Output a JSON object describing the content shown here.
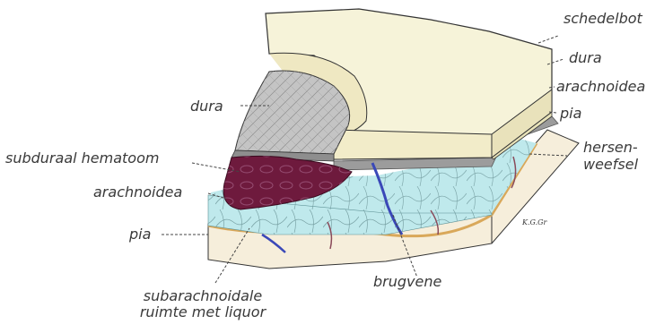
{
  "labels": {
    "schedelbot": "schedelbot",
    "dura_right": "dura",
    "arachnoidea_right": "arachnoidea",
    "pia_right": "pia",
    "hersenweefsel_1": "hersen-",
    "hersenweefsel_2": "weefsel",
    "dura_left": "dura",
    "subduraal_hematoom": "subduraal hematoom",
    "arachnoidea_left": "arachnoidea",
    "pia_left": "pia",
    "brugvene": "brugvene",
    "subarachnoidale_1": "subarachnoidale",
    "subarachnoidale_2": "ruimte met liquor"
  },
  "signature": "K.G.Gr",
  "colors": {
    "skull": "#f6f3d9",
    "dura": "#bdbdbd",
    "arachnoid": "#bfe9ec",
    "hematoma": "#6e1a3d",
    "brain": "#f6eedb",
    "pia": "#d9a85a",
    "vein": "#3a48b8"
  }
}
